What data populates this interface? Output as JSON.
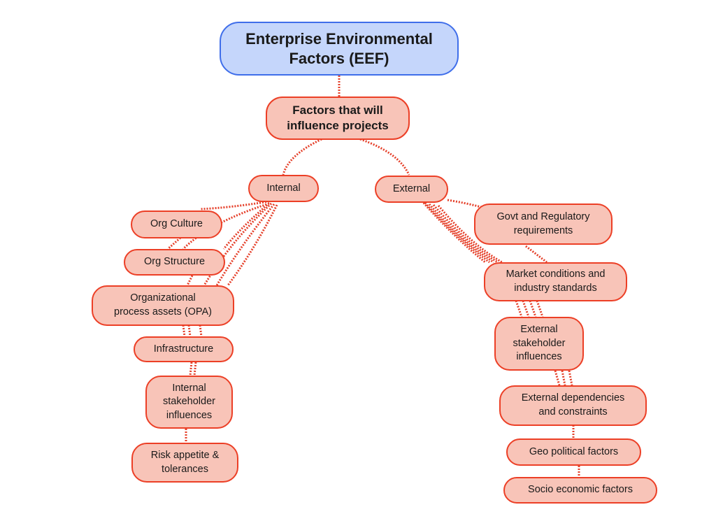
{
  "diagram": {
    "root": {
      "label": "Enterprise Environmental\nFactors (EEF)"
    },
    "hub": {
      "label": "Factors that will\ninfluence projects"
    },
    "internal": {
      "label": "Internal",
      "items": [
        "Org Culture",
        "Org Structure",
        "Organizational\nprocess assets (OPA)",
        "Infrastructure",
        "Internal\nstakeholder\ninfluences",
        "Risk appetite &\ntolerances"
      ]
    },
    "external": {
      "label": "External",
      "items": [
        "Govt and Regulatory\nrequirements",
        "Market conditions and\nindustry standards",
        "External\nstakeholder\ninfluences",
        "External dependencies\nand constraints",
        "Geo political factors",
        "Socio economic factors"
      ]
    },
    "colors": {
      "root_fill": "#c5d6fb",
      "root_border": "#3f6eea",
      "node_fill": "#f8c4b8",
      "node_border": "#ec3f26",
      "connector": "#e5402a"
    }
  }
}
